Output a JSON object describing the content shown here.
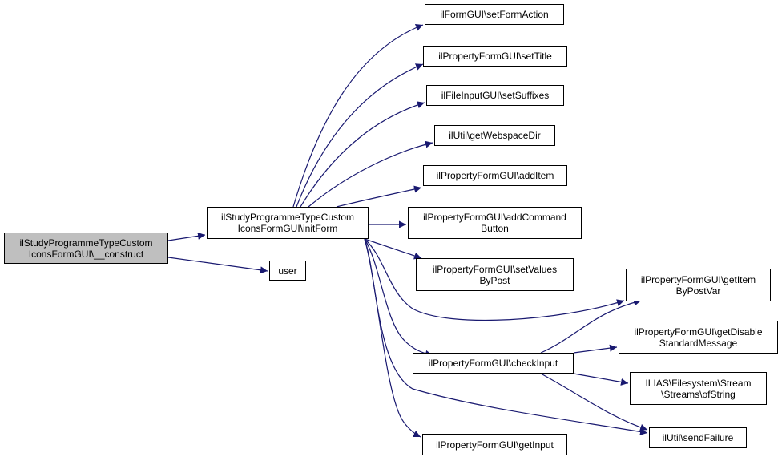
{
  "colors": {
    "edge": "#191970",
    "root_fill": "#bfbfbf",
    "node_fill": "#ffffff",
    "border": "#000000"
  },
  "nodes": {
    "construct": {
      "line1": "ilStudyProgrammeTypeCustom",
      "line2": "IconsFormGUI\\__construct"
    },
    "initForm": {
      "line1": "ilStudyProgrammeTypeCustom",
      "line2": "IconsFormGUI\\initForm"
    },
    "user": {
      "line1": "user"
    },
    "setFormAction": {
      "line1": "ilFormGUI\\setFormAction"
    },
    "setTitle": {
      "line1": "ilPropertyFormGUI\\setTitle"
    },
    "setSuffixes": {
      "line1": "ilFileInputGUI\\setSuffixes"
    },
    "getWebspaceDir": {
      "line1": "ilUtil\\getWebspaceDir"
    },
    "addItem": {
      "line1": "ilPropertyFormGUI\\addItem"
    },
    "addCommandButton": {
      "line1": "ilPropertyFormGUI\\addCommand",
      "line2": "Button"
    },
    "setValuesByPost": {
      "line1": "ilPropertyFormGUI\\setValues",
      "line2": "ByPost"
    },
    "getItemByPostVar": {
      "line1": "ilPropertyFormGUI\\getItem",
      "line2": "ByPostVar"
    },
    "getDisableStandardMessage": {
      "line1": "ilPropertyFormGUI\\getDisable",
      "line2": "StandardMessage"
    },
    "checkInput": {
      "line1": "ilPropertyFormGUI\\checkInput"
    },
    "streamsOfString": {
      "line1": "ILIAS\\Filesystem\\Stream",
      "line2": "\\Streams\\ofString"
    },
    "sendFailure": {
      "line1": "ilUtil\\sendFailure"
    },
    "getInput": {
      "line1": "ilPropertyFormGUI\\getInput"
    }
  },
  "edges": [
    [
      "construct",
      "initForm"
    ],
    [
      "construct",
      "user"
    ],
    [
      "initForm",
      "setFormAction"
    ],
    [
      "initForm",
      "setTitle"
    ],
    [
      "initForm",
      "setSuffixes"
    ],
    [
      "initForm",
      "getWebspaceDir"
    ],
    [
      "initForm",
      "addItem"
    ],
    [
      "initForm",
      "addCommandButton"
    ],
    [
      "initForm",
      "setValuesByPost"
    ],
    [
      "initForm",
      "getItemByPostVar"
    ],
    [
      "initForm",
      "checkInput"
    ],
    [
      "initForm",
      "sendFailure"
    ],
    [
      "initForm",
      "getInput"
    ],
    [
      "checkInput",
      "getItemByPostVar"
    ],
    [
      "checkInput",
      "getDisableStandardMessage"
    ],
    [
      "checkInput",
      "streamsOfString"
    ],
    [
      "checkInput",
      "sendFailure"
    ]
  ]
}
